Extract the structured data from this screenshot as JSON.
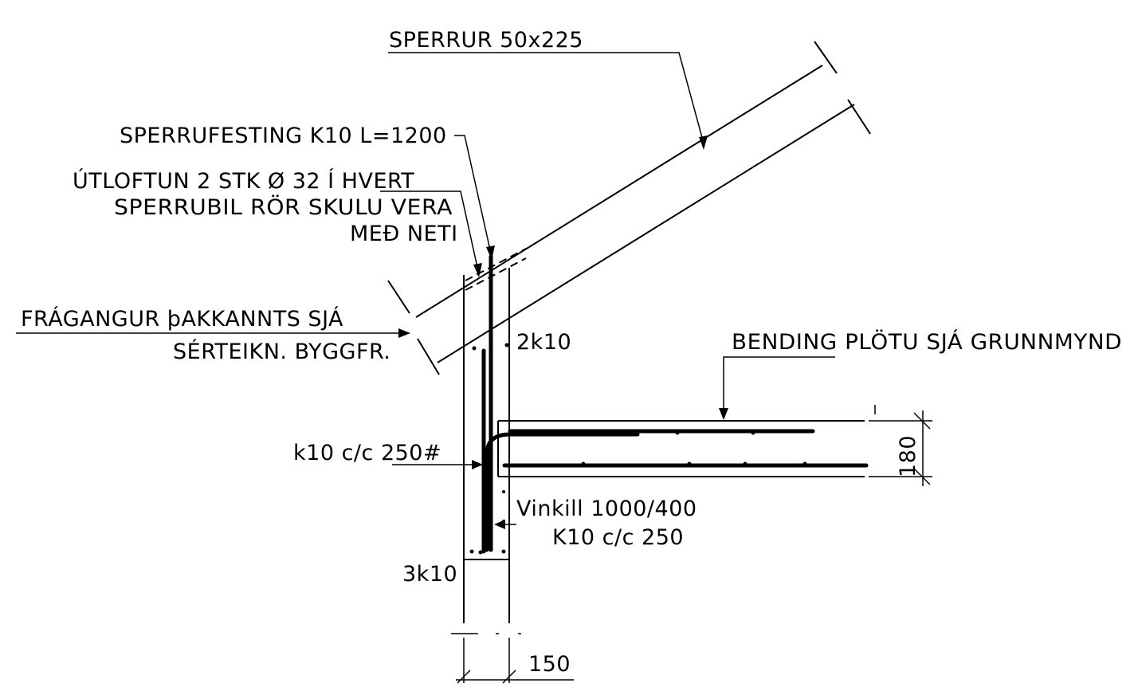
{
  "labels": {
    "rafters": "SPERRUR 50x225",
    "rafter_fixing": "SPERRUFESTING K10 L=1200",
    "vent_line1": "ÚTLOFTUN 2 STK Ø 32 Í HVERT",
    "vent_line2": "SPERRUBIL RÖR SKULU VERA",
    "vent_line3": "MEÐ NETI",
    "eaves_line1": "FRÁGANGUR þAKKANNTS SJÁ",
    "eaves_line2": "SÉRTEIKN. BYGGFR.",
    "top_bars": "2k10",
    "slab_bending": "BENDING PLÖTU SJÁ GRUNNMYND",
    "wall_bars": "k10 c/c 250#",
    "slab_thickness": "180",
    "angle_bar_line1": "Vinkill 1000/400",
    "angle_bar_line2": "K10 c/c 250",
    "bottom_bars": "3k10",
    "wall_thickness": "150"
  },
  "colors": {
    "ink": "#000000",
    "paper": "#ffffff"
  }
}
